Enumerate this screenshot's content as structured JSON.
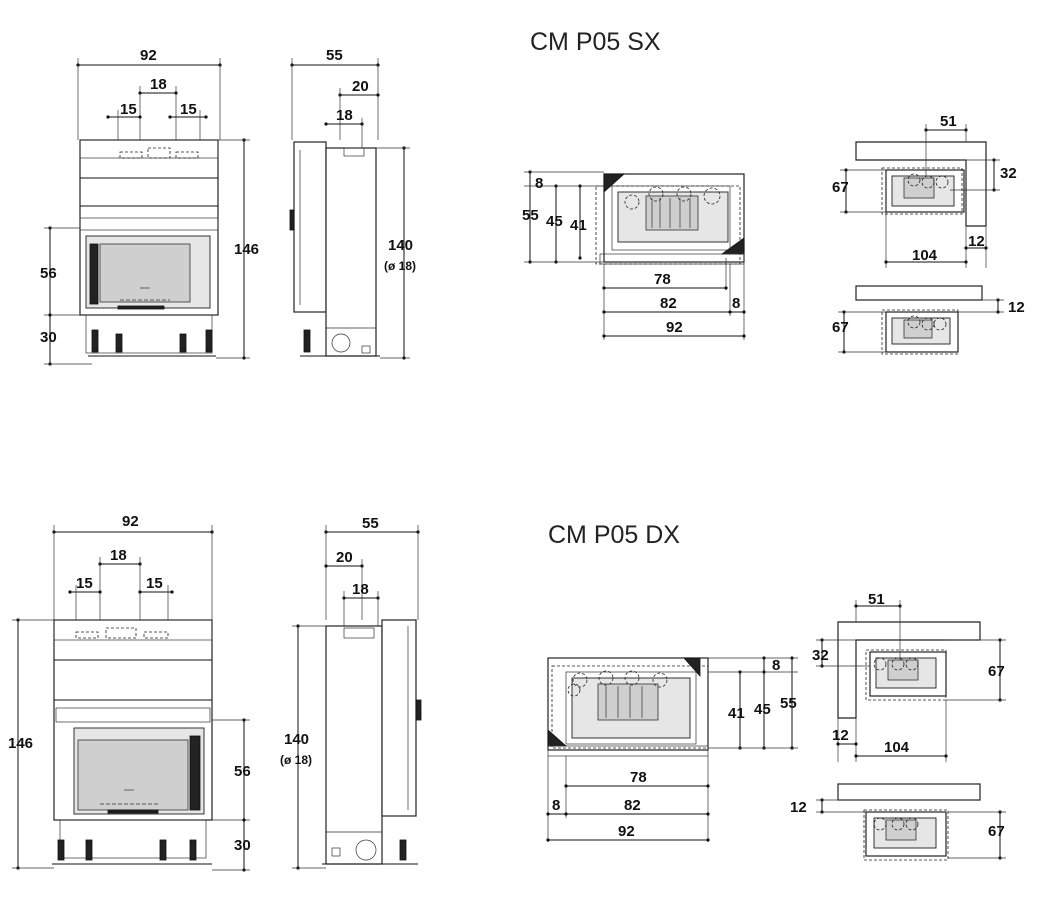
{
  "titles": {
    "sx": "CM P05 SX",
    "dx": "CM P05 DX"
  },
  "top_front": {
    "width": "92",
    "inner_18": "18",
    "left_15": "15",
    "right_15": "15",
    "height": "146",
    "door": "56",
    "feet": "30"
  },
  "top_side": {
    "depth": "55",
    "d20": "20",
    "d18": "18",
    "height": "140",
    "flue": "(ø 18)"
  },
  "top_plan": {
    "d8": "8",
    "d55": "55",
    "d45": "45",
    "d41": "41",
    "w78": "78",
    "w82": "82",
    "w8": "8",
    "w92": "92"
  },
  "top_corner": {
    "d51": "51",
    "d32": "32",
    "d67": "67",
    "d12": "12",
    "d104": "104"
  },
  "top_small": {
    "d12": "12",
    "d67": "67"
  },
  "bot_front": {
    "width": "92",
    "inner_18": "18",
    "left_15": "15",
    "right_15": "15",
    "height": "146",
    "door": "56",
    "feet": "30"
  },
  "bot_side": {
    "depth": "55",
    "d20": "20",
    "d18": "18",
    "height": "140",
    "flue": "(ø 18)"
  },
  "bot_plan": {
    "d8": "8",
    "d41": "41",
    "d45": "45",
    "d55": "55",
    "w78": "78",
    "w8": "8",
    "w82": "82",
    "w92": "92"
  },
  "bot_corner": {
    "d51": "51",
    "d32": "32",
    "d67": "67",
    "d12": "12",
    "d104": "104"
  },
  "bot_small": {
    "d12": "12",
    "d67": "67"
  }
}
